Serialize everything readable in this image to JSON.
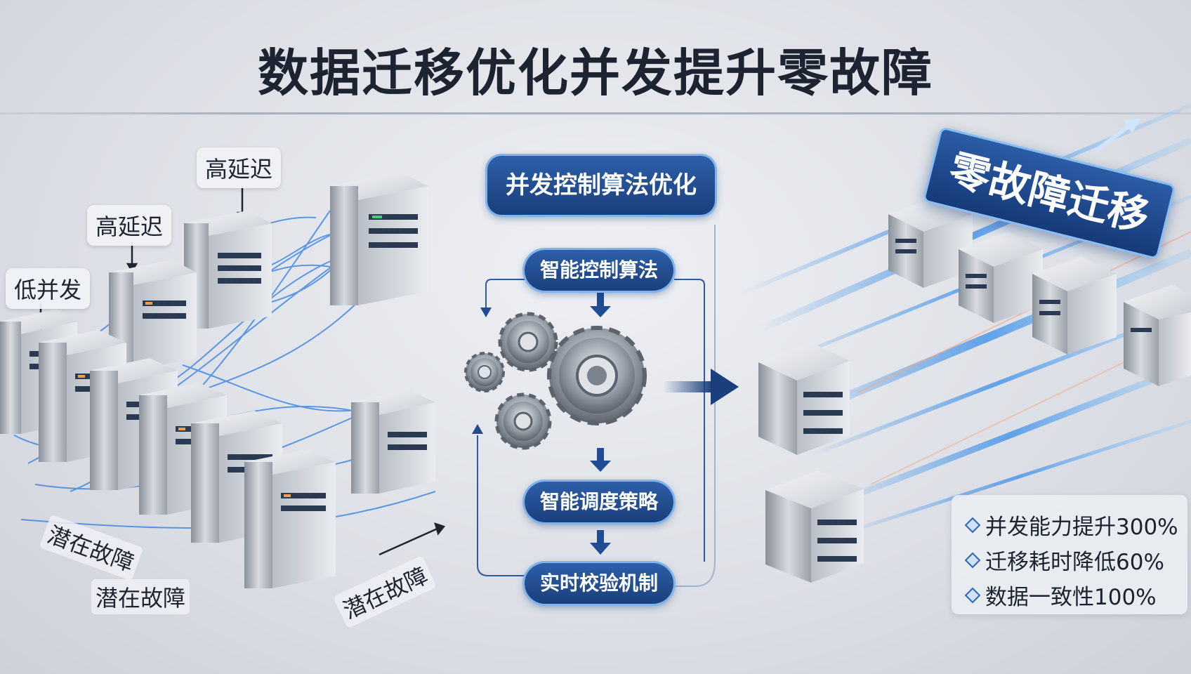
{
  "title": "数据迁移优化并发提升零故障",
  "left_tags": {
    "low_concurrency": "低并发",
    "high_latency_1": "高延迟",
    "high_latency_2": "高延迟",
    "potential_fault_1": "潜在故障",
    "potential_fault_2": "潜在故障",
    "potential_fault_3": "潜在故障"
  },
  "center": {
    "main_label": "并发控制算法优化",
    "step1": "智能控制算法",
    "step2": "智能调度策略",
    "step3": "实时校验机制"
  },
  "right": {
    "banner": "零故障迁移",
    "stats": [
      "并发能力提升300%",
      "迁移耗时降低60%",
      "数据一致性100%"
    ]
  },
  "colors": {
    "accent_blue": "#1a3f7c",
    "highlight_blue": "#7fb4ee",
    "title_dark": "#1d2330"
  },
  "icons": [
    "server-icon",
    "gear-icon",
    "arrow-right-icon",
    "arrow-down-icon",
    "diamond-bullet-icon"
  ]
}
